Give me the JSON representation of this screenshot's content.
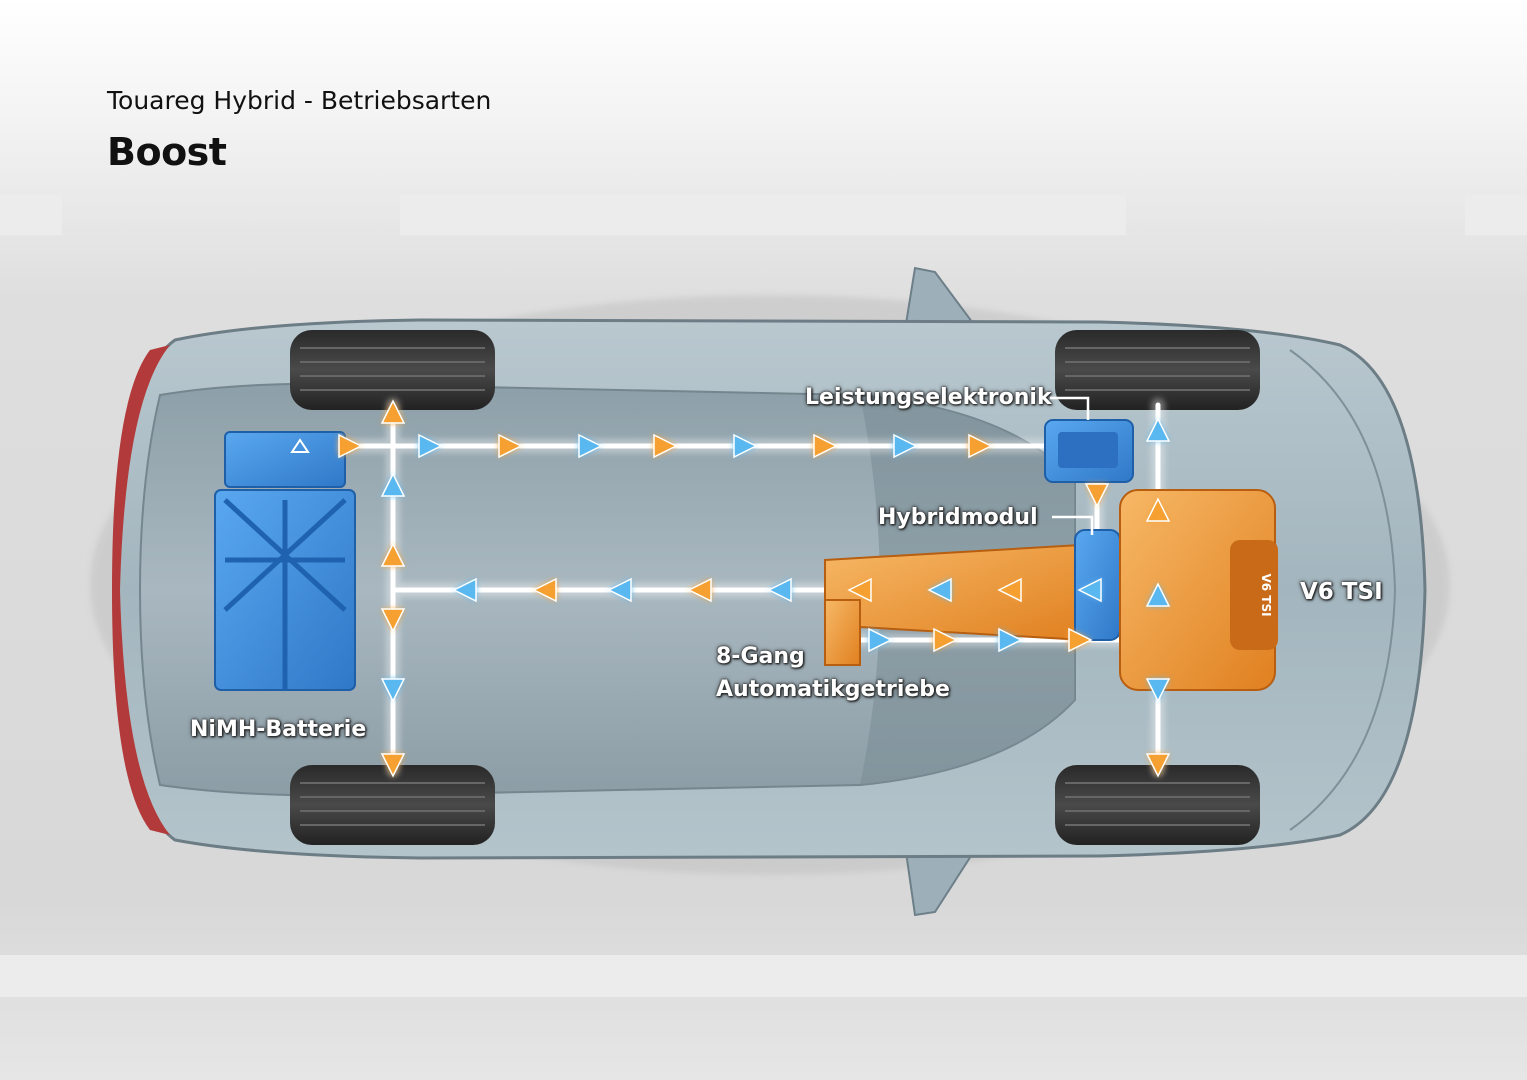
{
  "header": {
    "subtitle": "Touareg Hybrid - Betriebsarten",
    "title": "Boost"
  },
  "components": {
    "battery": "NiMH-Batterie",
    "power_electronics": "Leistungselektronik",
    "hybrid_module": "Hybridmodul",
    "engine": "V6 TSI",
    "gearbox_line1": "8-Gang",
    "gearbox_line2": "Automatikgetriebe"
  },
  "engine_marking": "V6 TSI",
  "colors": {
    "electric_flow": "#5ab8f0",
    "mechanical_flow": "#f5a030",
    "electric_component": "#3c8fe0",
    "combustion_component": "#f09030",
    "car_body": "#9fb3bd"
  }
}
